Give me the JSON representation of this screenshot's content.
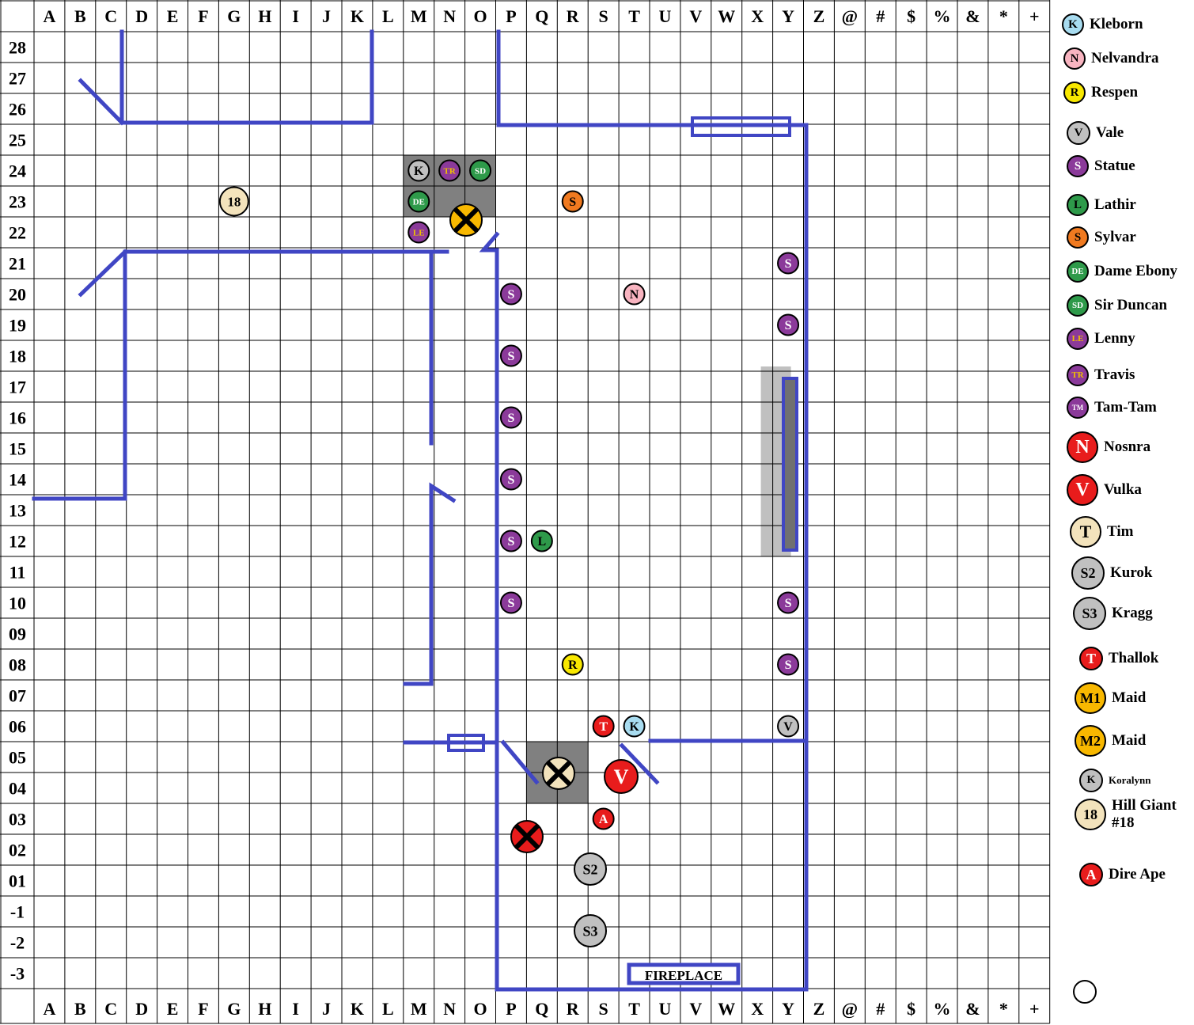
{
  "grid": {
    "columns": [
      "A",
      "B",
      "C",
      "D",
      "E",
      "F",
      "G",
      "H",
      "I",
      "J",
      "K",
      "L",
      "M",
      "N",
      "O",
      "P",
      "Q",
      "R",
      "S",
      "T",
      "U",
      "V",
      "W",
      "X",
      "Y",
      "Z",
      "@",
      "#",
      "$",
      "%",
      "&",
      "*",
      "+"
    ],
    "rows": [
      "28",
      "27",
      "26",
      "25",
      "24",
      "23",
      "22",
      "21",
      "20",
      "19",
      "18",
      "17",
      "16",
      "15",
      "14",
      "13",
      "12",
      "11",
      "10",
      "09",
      "08",
      "07",
      "06",
      "05",
      "04",
      "03",
      "02",
      "01",
      "-1",
      "-2",
      "-3"
    ]
  },
  "colors": {
    "wall": "#4046c4",
    "grid": "#000000",
    "shade": "#808080",
    "light_shade": "#c0c0c0"
  },
  "tokens": [
    {
      "label": "K",
      "col": "M",
      "row": "24",
      "fill": "#c0c0c0",
      "text": "#000"
    },
    {
      "label": "TR",
      "col": "N",
      "row": "24",
      "fill": "#8b3a9a",
      "text": "#f0c000"
    },
    {
      "label": "SD",
      "col": "O",
      "row": "24",
      "fill": "#2e9a4a",
      "text": "#fff"
    },
    {
      "label": "DE",
      "col": "M",
      "row": "23",
      "fill": "#2e9a4a",
      "text": "#fff"
    },
    {
      "label": "LE",
      "col": "M",
      "row": "22",
      "fill": "#8b3a9a",
      "text": "#f0c000"
    },
    {
      "label": "18",
      "col": "G",
      "row": "23",
      "fill": "#f3e3bc",
      "text": "#000"
    },
    {
      "label": "S",
      "col": "R",
      "row": "23",
      "fill": "#f07a20",
      "text": "#000"
    },
    {
      "label": "S",
      "col": "Y",
      "row": "21",
      "fill": "#8b3a9a",
      "text": "#fff"
    },
    {
      "label": "S",
      "col": "P",
      "row": "20",
      "fill": "#8b3a9a",
      "text": "#fff"
    },
    {
      "label": "N",
      "col": "T",
      "row": "20",
      "fill": "#f8b4c0",
      "text": "#000"
    },
    {
      "label": "S",
      "col": "Y",
      "row": "19",
      "fill": "#8b3a9a",
      "text": "#fff"
    },
    {
      "label": "S",
      "col": "P",
      "row": "18",
      "fill": "#8b3a9a",
      "text": "#fff"
    },
    {
      "label": "S",
      "col": "P",
      "row": "16",
      "fill": "#8b3a9a",
      "text": "#fff"
    },
    {
      "label": "S",
      "col": "P",
      "row": "14",
      "fill": "#8b3a9a",
      "text": "#fff"
    },
    {
      "label": "S",
      "col": "P",
      "row": "12",
      "fill": "#8b3a9a",
      "text": "#fff"
    },
    {
      "label": "L",
      "col": "Q",
      "row": "12",
      "fill": "#2e9a4a",
      "text": "#000"
    },
    {
      "label": "S",
      "col": "P",
      "row": "10",
      "fill": "#8b3a9a",
      "text": "#fff"
    },
    {
      "label": "S",
      "col": "Y",
      "row": "10",
      "fill": "#8b3a9a",
      "text": "#fff"
    },
    {
      "label": "R",
      "col": "R",
      "row": "08",
      "fill": "#f8e800",
      "text": "#000"
    },
    {
      "label": "S",
      "col": "Y",
      "row": "08",
      "fill": "#8b3a9a",
      "text": "#fff"
    },
    {
      "label": "T",
      "col": "S",
      "row": "06",
      "fill": "#e81c1c",
      "text": "#fff"
    },
    {
      "label": "K",
      "col": "T",
      "row": "06",
      "fill": "#a8dcf0",
      "text": "#000"
    },
    {
      "label": "V",
      "col": "Y",
      "row": "06",
      "fill": "#c0c0c0",
      "text": "#000"
    },
    {
      "label": "A",
      "col": "S",
      "row": "03",
      "fill": "#e81c1c",
      "text": "#fff"
    }
  ],
  "legend": [
    {
      "chip": "K",
      "name": "Kleborn",
      "fill": "#a8dcf0",
      "text": "#000"
    },
    {
      "chip": "N",
      "name": "Nelvandra",
      "fill": "#f8b4c0",
      "text": "#000"
    },
    {
      "chip": "R",
      "name": "Respen",
      "fill": "#f8e800",
      "text": "#000"
    },
    {
      "chip": "V",
      "name": "Vale",
      "fill": "#c0c0c0",
      "text": "#000"
    },
    {
      "chip": "S",
      "name": "Statue",
      "fill": "#8b3a9a",
      "text": "#fff"
    },
    {
      "chip": "L",
      "name": "Lathir",
      "fill": "#2e9a4a",
      "text": "#000"
    },
    {
      "chip": "S",
      "name": "Sylvar",
      "fill": "#f07a20",
      "text": "#000"
    },
    {
      "chip": "DE",
      "name": "Dame Ebony",
      "fill": "#2e9a4a",
      "text": "#fff"
    },
    {
      "chip": "SD",
      "name": "Sir Duncan",
      "fill": "#2e9a4a",
      "text": "#fff"
    },
    {
      "chip": "LE",
      "name": "Lenny",
      "fill": "#8b3a9a",
      "text": "#f0c000"
    },
    {
      "chip": "TR",
      "name": "Travis",
      "fill": "#8b3a9a",
      "text": "#f0c000"
    },
    {
      "chip": "TM",
      "name": "Tam-Tam",
      "fill": "#8b3a9a",
      "text": "#fff"
    },
    {
      "chip": "N",
      "name": "Nosnra",
      "fill": "#e81c1c",
      "text": "#fff"
    },
    {
      "chip": "V",
      "name": "Vulka",
      "fill": "#e81c1c",
      "text": "#fff"
    },
    {
      "chip": "T",
      "name": "Tim",
      "fill": "#f3e3bc",
      "text": "#000"
    },
    {
      "chip": "S2",
      "name": "Kurok",
      "fill": "#c0c0c0",
      "text": "#000"
    },
    {
      "chip": "S3",
      "name": "Kragg",
      "fill": "#c0c0c0",
      "text": "#000"
    },
    {
      "chip": "T",
      "name": "Thallok",
      "fill": "#e81c1c",
      "text": "#fff"
    },
    {
      "chip": "M1",
      "name": "Maid",
      "fill": "#f8b800",
      "text": "#000"
    },
    {
      "chip": "M2",
      "name": "Maid",
      "fill": "#f8b800",
      "text": "#000"
    },
    {
      "chip": "K",
      "name": "Koralynn",
      "fill": "#c0c0c0",
      "text": "#000"
    },
    {
      "chip": "18",
      "name": "Hill Giant #18",
      "fill": "#f3e3bc",
      "text": "#000"
    },
    {
      "chip": "A",
      "name": "Dire Ape",
      "fill": "#e81c1c",
      "text": "#fff"
    },
    {
      "chip": "",
      "name": "",
      "fill": "#fff",
      "text": "#000"
    }
  ],
  "map_labels": {
    "fireplace": "FIREPLACE"
  }
}
